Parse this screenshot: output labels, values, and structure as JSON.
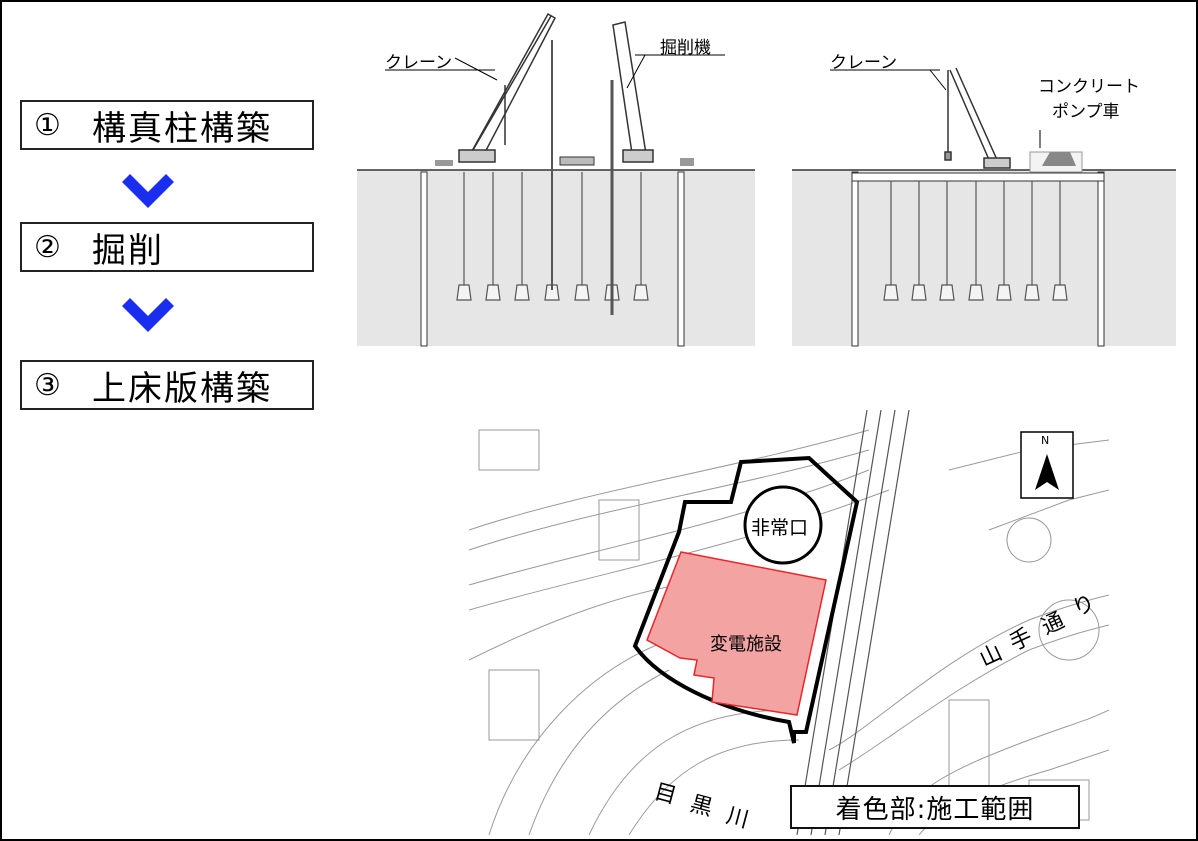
{
  "steps": [
    {
      "num": "①",
      "label": "構真柱構築"
    },
    {
      "num": "②",
      "label": "掘削"
    },
    {
      "num": "③",
      "label": "上床版構築"
    }
  ],
  "colors": {
    "arrow": "#1a2ef0",
    "facility_fill": "#f4a3a3",
    "facility_stroke": "#e8262a",
    "ground": "#e6e6e6"
  },
  "section_left": {
    "crane_label": "クレーン",
    "excavator_label": "掘削機"
  },
  "section_right": {
    "crane_label": "クレーン",
    "pump_label_1": "コンクリート",
    "pump_label_2": "ポンプ車"
  },
  "map": {
    "emergency_exit": "非常口",
    "substation": "変電施設",
    "road_chars": [
      "山",
      "手",
      "通",
      "り"
    ],
    "river_chars": [
      "目",
      "黒",
      "川"
    ],
    "north": "N",
    "legend": "着色部:施工範囲"
  }
}
